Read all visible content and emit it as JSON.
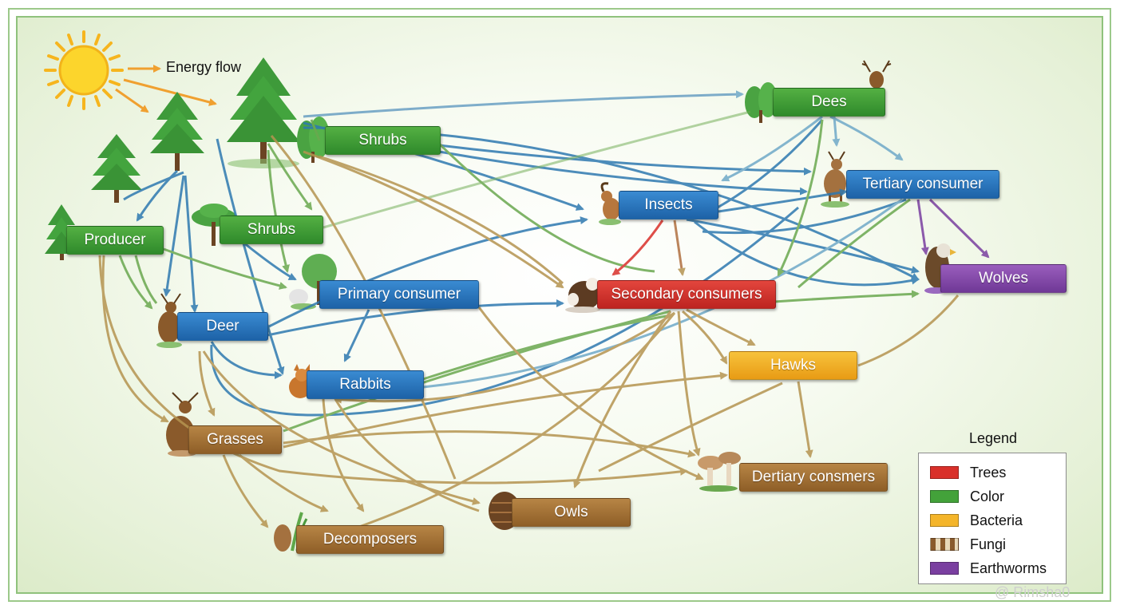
{
  "energy_flow_label": "Energy flow",
  "nodes": {
    "dees": "Dees",
    "shrubs_top": "Shrubs",
    "tertiary_consumer": "Tertiary consumer",
    "insects": "Insects",
    "producer": "Producer",
    "shrubs_mid": "Shrubs",
    "primary_consumer": "Primary consumer",
    "secondary_consumers": "Secondary consumers",
    "wolves": "Wolves",
    "deer": "Deer",
    "rabbits": "Rabbits",
    "hawks": "Hawks",
    "grasses": "Grasses",
    "dertiary_consmers": "Dertiary consmers",
    "owls": "Owls",
    "decomposers": "Decomposers"
  },
  "legend": {
    "title": "Legend",
    "items": [
      {
        "label": "Trees",
        "color": "#d9302a"
      },
      {
        "label": "Color",
        "color": "#43a23a"
      },
      {
        "label": "Bacteria",
        "color": "#f4b52a"
      },
      {
        "label": "Fungi",
        "color": "#8a5a2b"
      },
      {
        "label": "Earthworms",
        "color": "#7a3fa0"
      }
    ]
  },
  "watermark": "@ Rimsha0",
  "arrow_colors": {
    "blue": "#2e79b0",
    "lightblue": "#6fa9c8",
    "green": "#6aa84f",
    "tan": "#b59450",
    "red": "#d9302a",
    "purple": "#7a3fa0",
    "orange": "#f0a030"
  }
}
